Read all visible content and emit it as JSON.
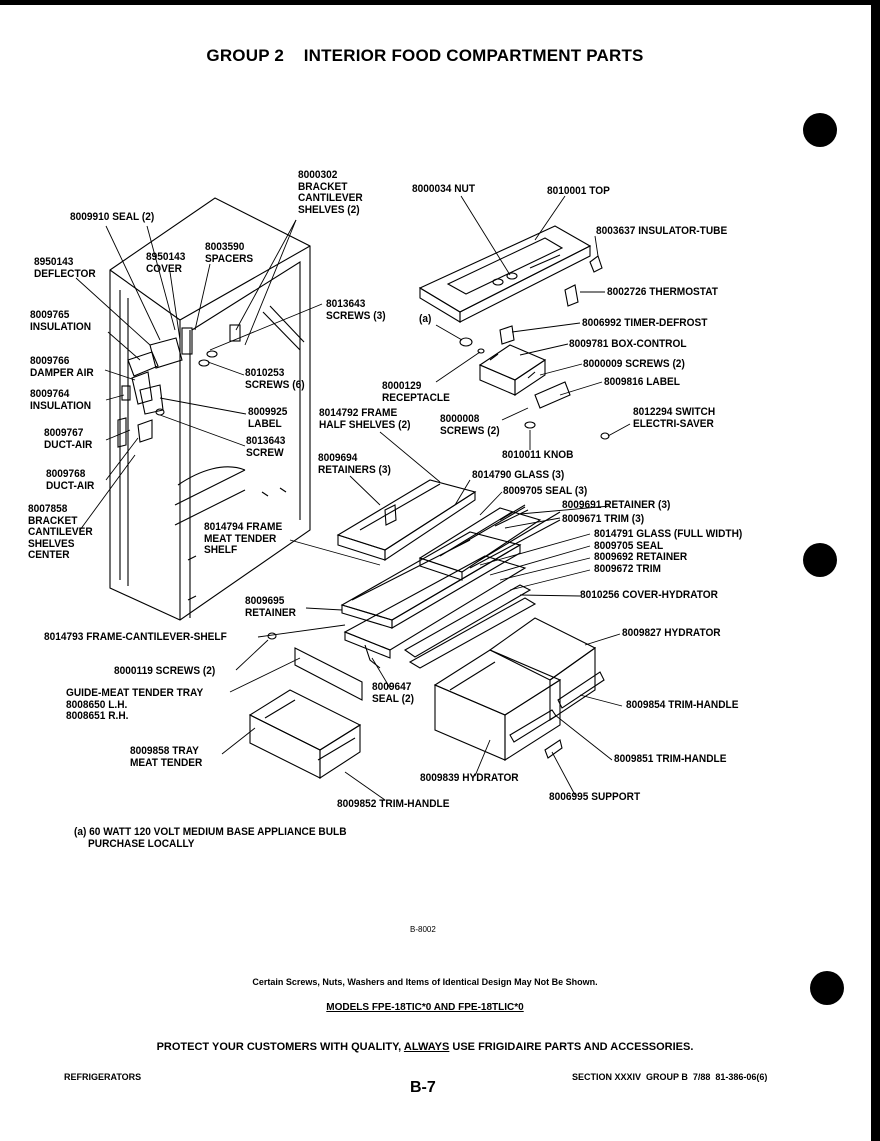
{
  "title": "GROUP 2    INTERIOR FOOD COMPARTMENT PARTS",
  "labels": {
    "l8000302": "8000302\nBRACKET\nCANTILEVER\nSHELVES (2)",
    "l8000034": "8000034 NUT",
    "l8010001": "8010001 TOP",
    "l8009910": "8009910 SEAL (2)",
    "l8003637": "8003637 INSULATOR-TUBE",
    "l8950143d": "8950143\nDEFLECTOR",
    "l8950143c": "8950143\nCOVER",
    "l8003590": "8003590\nSPACERS",
    "l8002726": "8002726 THERMOSTAT",
    "l8013643a": "8013643\nSCREWS (3)",
    "l8009765": "8009765\nINSULATION",
    "la": "(a)",
    "l8006992": "8006992 TIMER-DEFROST",
    "l8009781": "8009781 BOX-CONTROL",
    "l8009766": "8009766\nDAMPER AIR",
    "l8010253": "8010253\nSCREWS (6)",
    "l8000009": "8000009 SCREWS (2)",
    "l8000129": "8000129\nRECEPTACLE",
    "l8009816": "8009816 LABEL",
    "l8009764": "8009764\nINSULATION",
    "l8009925": "8009925\nLABEL",
    "l8014792": "8014792 FRAME\nHALF SHELVES (2)",
    "l8012294": "8012294 SWITCH\nELECTRI-SAVER",
    "l8000008": "8000008\nSCREWS (2)",
    "l8009767": "8009767\nDUCT-AIR",
    "l8013643b": "8013643\nSCREW",
    "l8010011": "8010011 KNOB",
    "l8009694": "8009694\nRETAINERS (3)",
    "l8009768": "8009768\nDUCT-AIR",
    "l8014790": "8014790 GLASS (3)",
    "l8009705a": "8009705 SEAL (3)",
    "l8009691": "8009691 RETAINER (3)",
    "l8007858": "8007858\nBRACKET\nCANTILEVER\nSHELVES\nCENTER",
    "l8009671": "8009671 TRIM (3)",
    "l8014794": "8014794 FRAME\nMEAT TENDER\nSHELF",
    "l8014791": "8014791 GLASS (FULL WIDTH)",
    "l8009705b": "8009705 SEAL",
    "l8009692": "8009692 RETAINER",
    "l8009672": "8009672 TRIM",
    "l8010256": "8010256 COVER-HYDRATOR",
    "l8009695": "8009695\nRETAINER",
    "l8009827": "8009827 HYDRATOR",
    "l8014793": "8014793 FRAME-CANTILEVER-SHELF",
    "l8000119": "8000119 SCREWS (2)",
    "lguide": "GUIDE-MEAT TENDER TRAY\n8008650 L.H.\n8008651 R.H.",
    "l8009647": "8009647\nSEAL (2)",
    "l8009854": "8009854 TRIM-HANDLE",
    "l8009858": "8009858 TRAY\nMEAT TENDER",
    "l8009851": "8009851 TRIM-HANDLE",
    "l8009839": "8009839 HYDRATOR",
    "l8006995": "8006995 SUPPORT",
    "l8009852": "8009852 TRIM-HANDLE"
  },
  "note": "(a) 60 WATT 120 VOLT MEDIUM BASE APPLIANCE BULB\n     PURCHASE LOCALLY",
  "figure_code": "B-8002",
  "disclaimer": "Certain Screws, Nuts, Washers and Items of Identical Design May Not Be Shown.",
  "models": "MODELS FPE-18TIC*0 AND FPE-18TLIC*0",
  "slogan_pre": "PROTECT YOUR CUSTOMERS WITH QUALITY, ",
  "slogan_emph": "ALWAYS",
  "slogan_post": " USE FRIGIDAIRE PARTS AND ACCESSORIES.",
  "footer_left": "REFRIGERATORS",
  "page_number": "B-7",
  "footer_right": "SECTION XXXIV  GROUP B  7/88  81-386-06(6)"
}
